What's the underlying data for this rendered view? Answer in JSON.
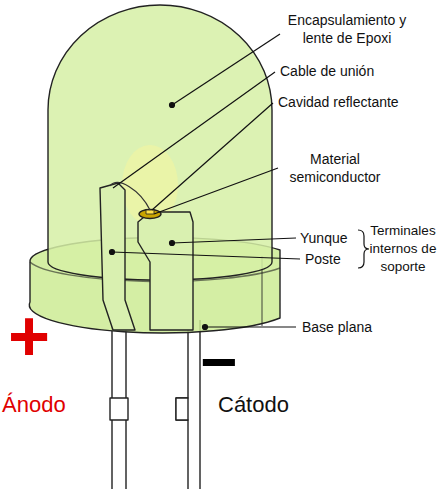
{
  "diagram": {
    "labels": [
      "Encapsulamiento y lente de Epoxi",
      "Cable de unión",
      "Cavidad reflectante",
      "Material semiconductor",
      "Yunque",
      "Poste",
      "Terminales internos de soporte",
      "Base plana",
      "+",
      "Ánodo",
      "−",
      "Cátodo"
    ]
  }
}
